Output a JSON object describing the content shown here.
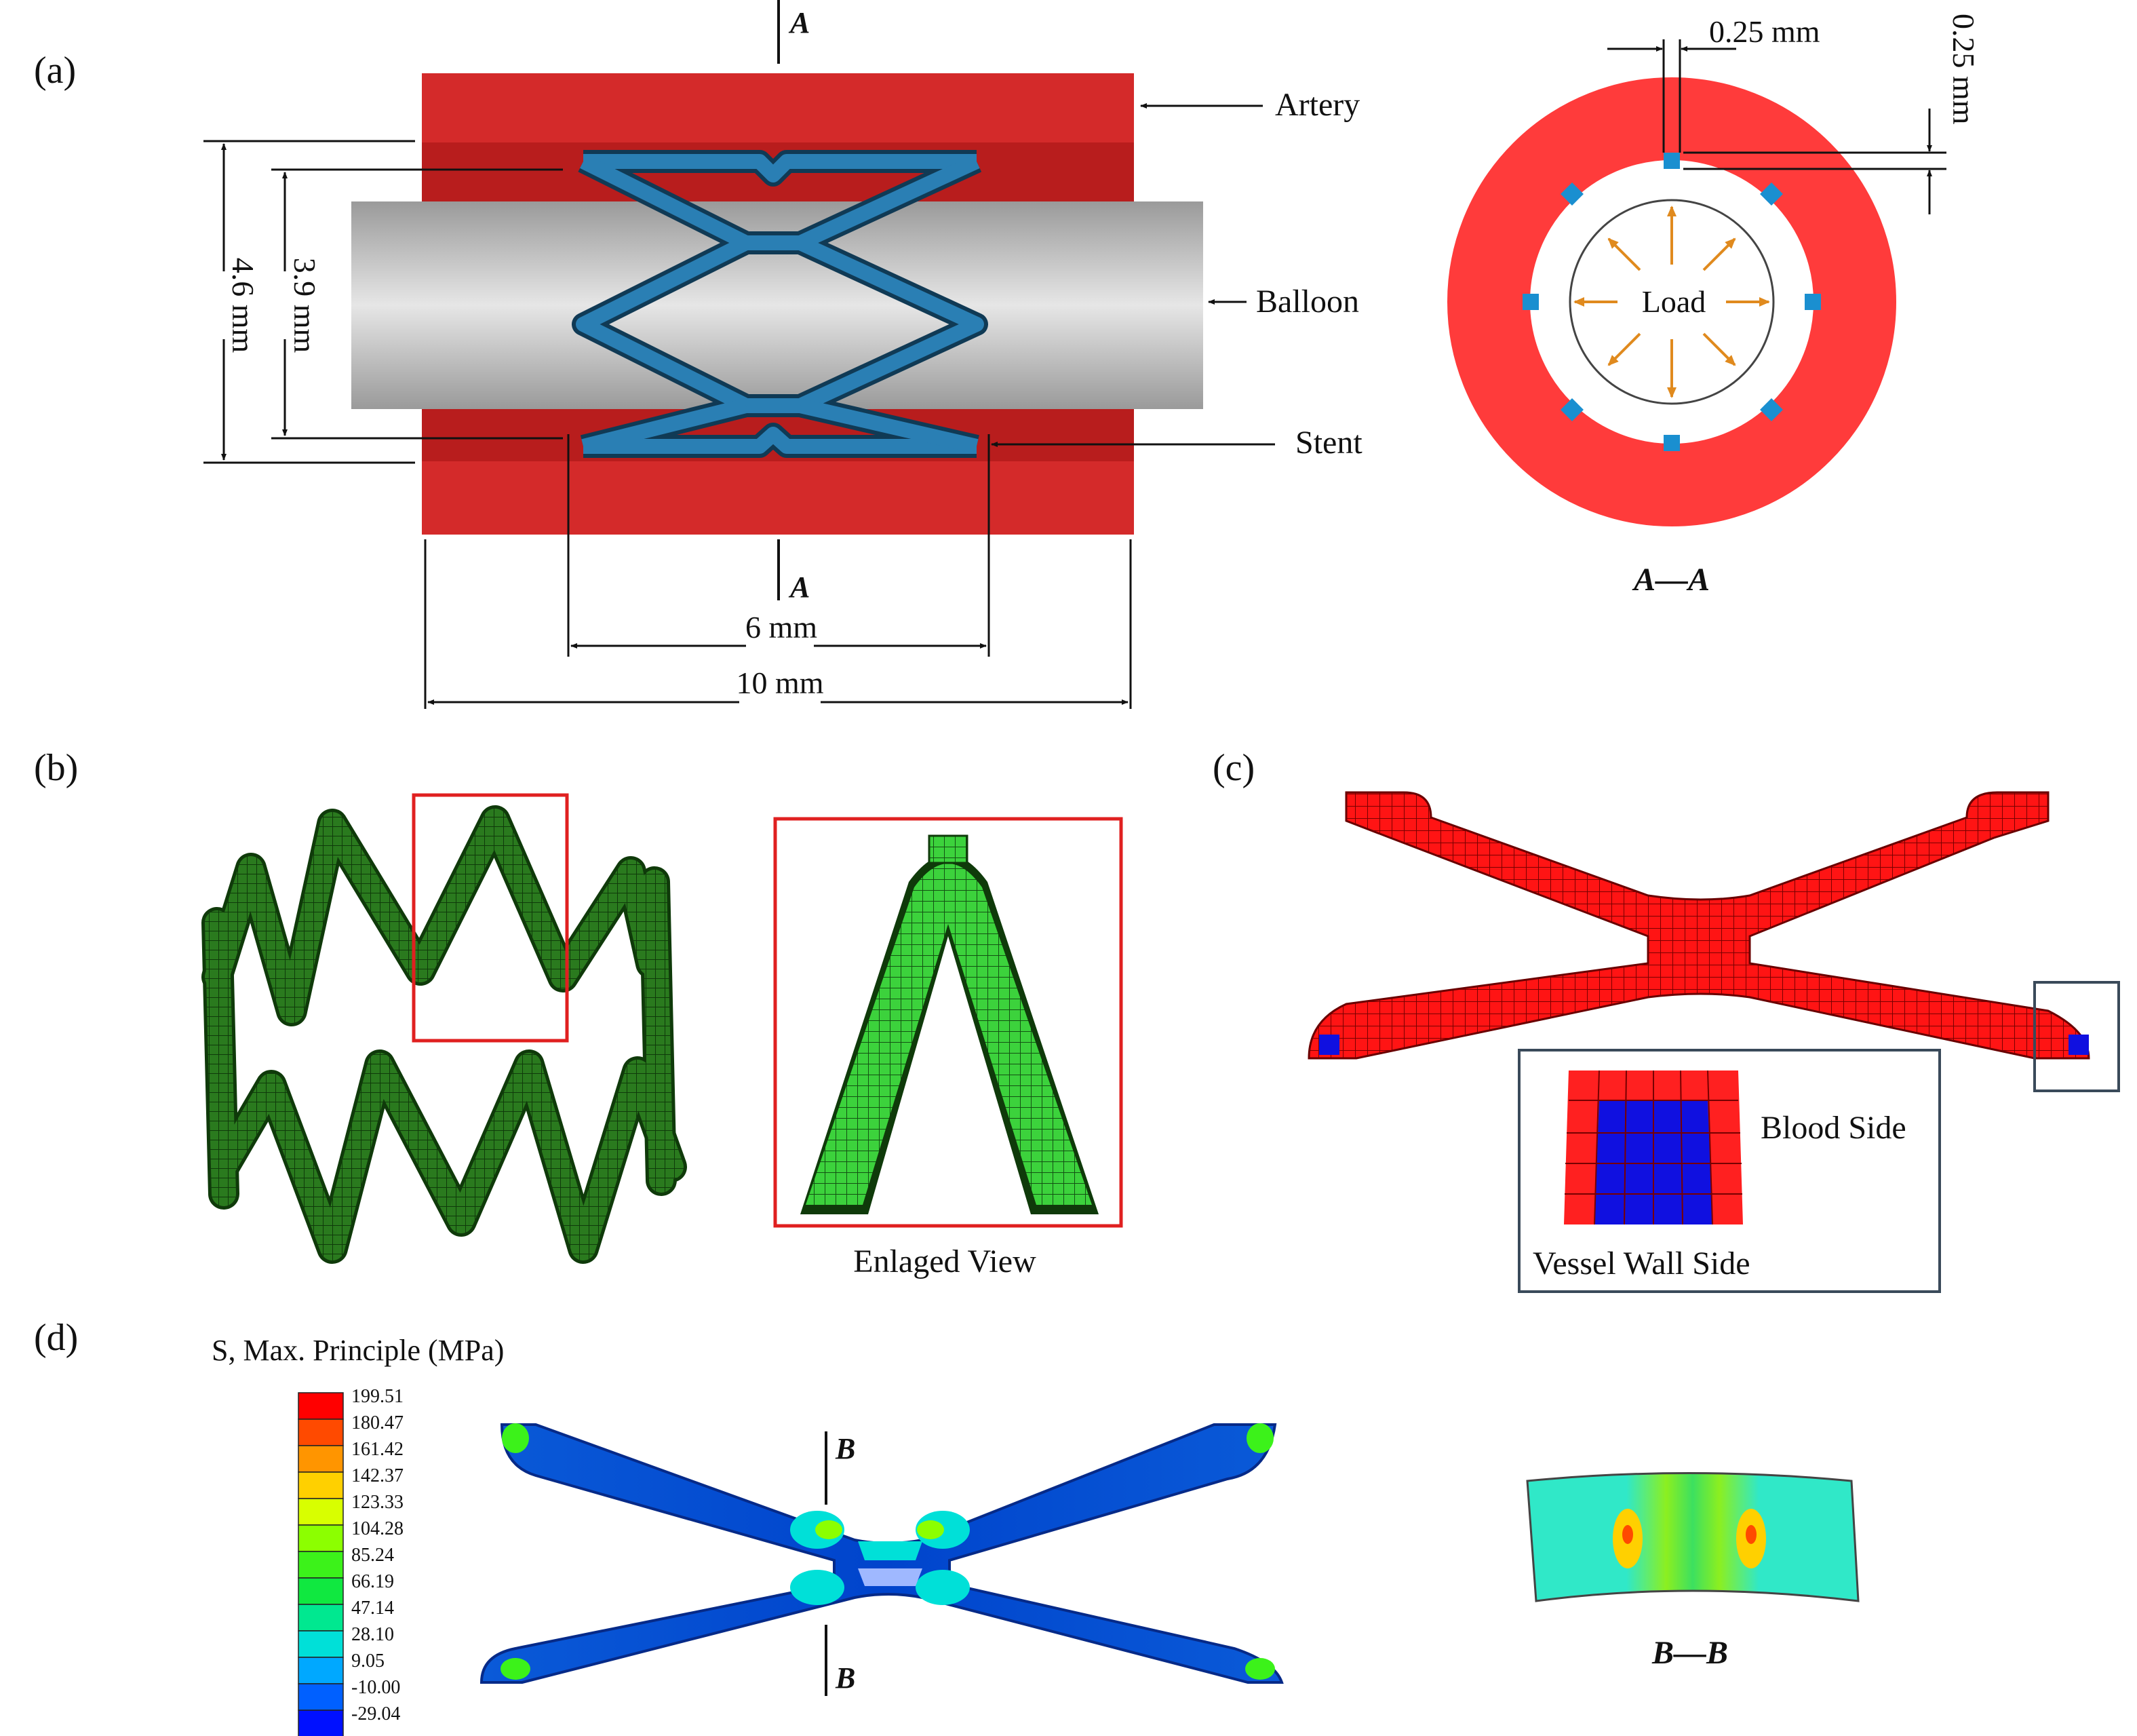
{
  "panels": {
    "a": "(a)",
    "b": "(b)",
    "c": "(c)",
    "d": "(d)"
  },
  "panel_a": {
    "section_mark": "A",
    "labels": {
      "artery": "Artery",
      "balloon": "Balloon",
      "stent": "Stent"
    },
    "dimensions": {
      "outer_diameter": "4.6 mm",
      "inner_diameter": "3.9 mm",
      "stent_length": "6 mm",
      "artery_length": "10 mm"
    },
    "section_view": {
      "width_label": "0.25 mm",
      "height_label": "0.25 mm",
      "load_label": "Load",
      "caption": "A—A"
    },
    "colors": {
      "artery": "#d42a2a",
      "artery_ring": "#ff3b3b",
      "stent": "#1f6f9f",
      "balloon": "#cccccc",
      "load_arrow": "#e08a1e",
      "strut": "#1a8fd0"
    }
  },
  "panel_b": {
    "caption": "Enlaged View",
    "colors": {
      "mesh": "#2a7a1e",
      "frame": "#e02020"
    }
  },
  "panel_c": {
    "labels": {
      "blood_side": "Blood Side",
      "vessel_wall_side": "Vessel Wall Side"
    },
    "colors": {
      "outer": "#ff2020",
      "inner": "#1010e0"
    }
  },
  "panel_d": {
    "legend_title": "S, Max. Principle (MPa)",
    "legend_values": [
      "199.51",
      "180.47",
      "161.42",
      "142.37",
      "123.33",
      "104.28",
      "85.24",
      "66.19",
      "47.14",
      "28.10",
      "9.05",
      "-10.00",
      "-29.04"
    ],
    "legend_colors": [
      "#ff0000",
      "#ff4a00",
      "#ff9500",
      "#ffd000",
      "#d8ff00",
      "#8cff00",
      "#3cf21a",
      "#10e840",
      "#00e890",
      "#00e0d8",
      "#00a8ff",
      "#0060ff",
      "#0010ff"
    ],
    "section_mark": "B",
    "section_caption": "B—B"
  }
}
